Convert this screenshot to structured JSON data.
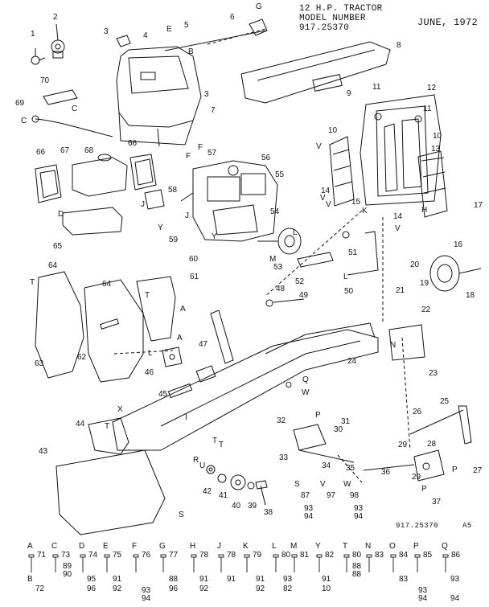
{
  "header": {
    "line1": "12 H.P. TRACTOR",
    "line2": "MODEL NUMBER",
    "line3": "917.25370",
    "date": "JUNE, 1972"
  },
  "footer": {
    "code": "917.25370",
    "rev": "A5"
  },
  "callouts": [
    {
      "t": "1"
    },
    {
      "t": "2"
    },
    {
      "t": "3"
    },
    {
      "t": "4"
    },
    {
      "t": "5"
    },
    {
      "t": "6"
    },
    {
      "t": "7"
    },
    {
      "t": "8"
    },
    {
      "t": "9"
    },
    {
      "t": "10"
    },
    {
      "t": "10"
    },
    {
      "t": "11"
    },
    {
      "t": "11"
    },
    {
      "t": "12"
    },
    {
      "t": "13"
    },
    {
      "t": "14"
    },
    {
      "t": "14"
    },
    {
      "t": "15"
    },
    {
      "t": "16"
    },
    {
      "t": "17"
    },
    {
      "t": "18"
    },
    {
      "t": "19"
    },
    {
      "t": "20"
    },
    {
      "t": "21"
    },
    {
      "t": "22"
    },
    {
      "t": "23"
    },
    {
      "t": "24"
    },
    {
      "t": "25"
    },
    {
      "t": "26"
    },
    {
      "t": "27"
    },
    {
      "t": "28"
    },
    {
      "t": "29"
    },
    {
      "t": "29"
    },
    {
      "t": "30"
    },
    {
      "t": "31"
    },
    {
      "t": "32"
    },
    {
      "t": "33"
    },
    {
      "t": "34"
    },
    {
      "t": "35"
    },
    {
      "t": "36"
    },
    {
      "t": "37"
    },
    {
      "t": "38"
    },
    {
      "t": "39"
    },
    {
      "t": "40"
    },
    {
      "t": "41"
    },
    {
      "t": "42"
    },
    {
      "t": "43"
    },
    {
      "t": "44"
    },
    {
      "t": "45"
    },
    {
      "t": "46"
    },
    {
      "t": "47"
    },
    {
      "t": "48"
    },
    {
      "t": "49"
    },
    {
      "t": "50"
    },
    {
      "t": "51"
    },
    {
      "t": "52"
    },
    {
      "t": "53"
    },
    {
      "t": "54"
    },
    {
      "t": "55"
    },
    {
      "t": "56"
    },
    {
      "t": "57"
    },
    {
      "t": "58"
    },
    {
      "t": "59"
    },
    {
      "t": "60"
    },
    {
      "t": "61"
    },
    {
      "t": "62"
    },
    {
      "t": "63"
    },
    {
      "t": "64"
    },
    {
      "t": "64"
    },
    {
      "t": "65"
    },
    {
      "t": "66"
    },
    {
      "t": "66"
    },
    {
      "t": "67"
    },
    {
      "t": "68"
    },
    {
      "t": "69"
    },
    {
      "t": "70"
    },
    {
      "t": "3"
    }
  ],
  "letters": [
    {
      "t": "G"
    },
    {
      "t": "E"
    },
    {
      "t": "B"
    },
    {
      "t": "C"
    },
    {
      "t": "C"
    },
    {
      "t": "F"
    },
    {
      "t": "F"
    },
    {
      "t": "V"
    },
    {
      "t": "V"
    },
    {
      "t": "V"
    },
    {
      "t": "K"
    },
    {
      "t": "H"
    },
    {
      "t": "V"
    },
    {
      "t": "D"
    },
    {
      "t": "J"
    },
    {
      "t": "J"
    },
    {
      "t": "Y"
    },
    {
      "t": "Y"
    },
    {
      "t": "M"
    },
    {
      "t": "L"
    },
    {
      "t": "L"
    },
    {
      "t": "T"
    },
    {
      "t": "T"
    },
    {
      "t": "A"
    },
    {
      "t": "A"
    },
    {
      "t": "L"
    },
    {
      "t": "O"
    },
    {
      "t": "N"
    },
    {
      "t": "W"
    },
    {
      "t": "Q"
    },
    {
      "t": "P"
    },
    {
      "t": "P"
    },
    {
      "t": "P"
    },
    {
      "t": "T"
    },
    {
      "t": "T"
    },
    {
      "t": "T"
    },
    {
      "t": "S"
    },
    {
      "t": "I"
    },
    {
      "t": "R"
    },
    {
      "t": "U"
    },
    {
      "t": "X"
    }
  ],
  "hardware_top": [
    {
      "l": "S",
      "n": "87"
    },
    {
      "l": "V",
      "n": "97"
    },
    {
      "l": "W",
      "n": "98"
    }
  ],
  "hardware_top_sub": [
    {
      "t": "93"
    },
    {
      "t": "94"
    },
    {
      "t": "93"
    },
    {
      "t": "94"
    }
  ],
  "hardware_row": [
    {
      "l": "A",
      "n": "71"
    },
    {
      "l": "C",
      "n": "73"
    },
    {
      "l": "D",
      "n": "74"
    },
    {
      "l": "E",
      "n": "75"
    },
    {
      "l": "F",
      "n": "76"
    },
    {
      "l": "G",
      "n": "77"
    },
    {
      "l": "H",
      "n": "78"
    },
    {
      "l": "J",
      "n": "78"
    },
    {
      "l": "K",
      "n": "79"
    },
    {
      "l": "L",
      "n": "80"
    },
    {
      "l": "M",
      "n": "81"
    },
    {
      "l": "Y",
      "n": "82"
    },
    {
      "l": "T",
      "n": "80"
    },
    {
      "l": "N",
      "n": "83"
    },
    {
      "l": "O",
      "n": "84"
    },
    {
      "l": "P",
      "n": "85"
    },
    {
      "l": "Q",
      "n": "86"
    }
  ],
  "hardware_row_b": {
    "l": "B",
    "n": "72"
  },
  "hardware_sub": [
    {
      "t": "89"
    },
    {
      "t": "90"
    },
    {
      "t": "95"
    },
    {
      "t": "96"
    },
    {
      "t": "91"
    },
    {
      "t": "92"
    },
    {
      "t": "93"
    },
    {
      "t": "94"
    },
    {
      "t": "88"
    },
    {
      "t": "96"
    },
    {
      "t": "91"
    },
    {
      "t": "92"
    },
    {
      "t": "91"
    },
    {
      "t": "91"
    },
    {
      "t": "92"
    },
    {
      "t": "93"
    },
    {
      "t": "82"
    },
    {
      "t": "91"
    },
    {
      "t": "10"
    },
    {
      "t": "88"
    },
    {
      "t": "88"
    },
    {
      "t": "83"
    },
    {
      "t": "93"
    },
    {
      "t": "94"
    },
    {
      "t": "93"
    },
    {
      "t": "94"
    }
  ]
}
